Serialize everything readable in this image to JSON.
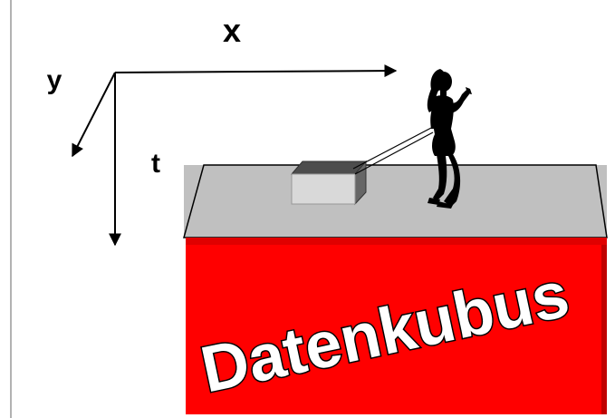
{
  "axes": {
    "x_label": "x",
    "y_label": "y",
    "t_label": "t"
  },
  "cube": {
    "label": "Datenkubus",
    "front_color": "#ff0000",
    "top_color": "#c0c0c0",
    "front_dark_color": "#c00000"
  },
  "box": {
    "front_color": "#d9d9d9",
    "side_color": "#666666",
    "top_color": "#4d4d4d"
  },
  "icons": {
    "person": "woman-silhouette-icon"
  }
}
